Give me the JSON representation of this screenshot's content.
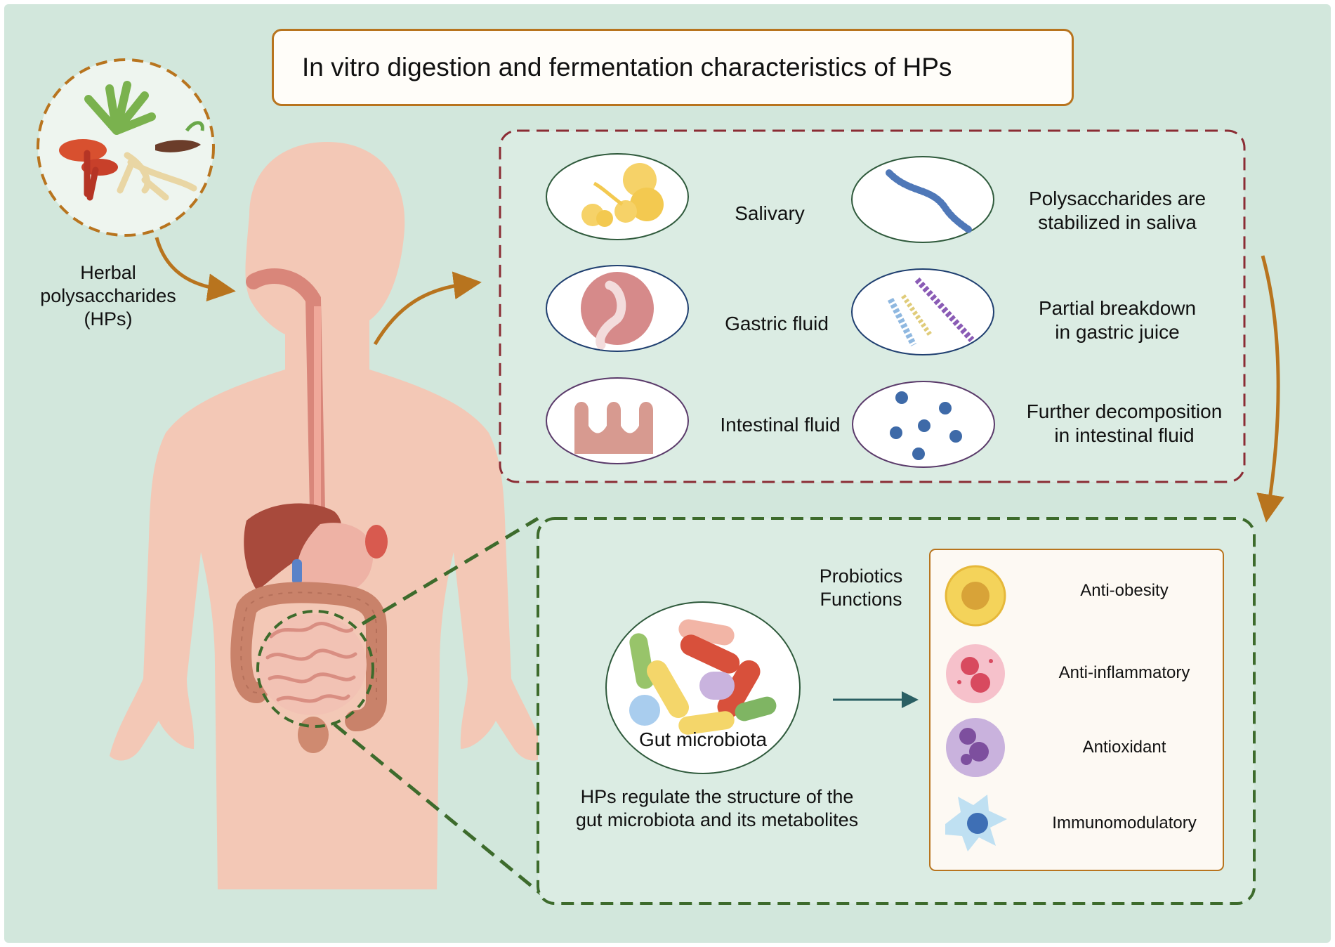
{
  "title": "In vitro digestion and fermentation characteristics of HPs",
  "source": {
    "label_line1": "Herbal",
    "label_line2": "polysaccharides",
    "label_line3": "(HPs)"
  },
  "digestion": {
    "salivary": "Salivary",
    "salivary_desc_line1": "Polysaccharides are",
    "salivary_desc_line2": "stabilized in saliva",
    "gastric": "Gastric fluid",
    "gastric_desc_line1": "Partial breakdown",
    "gastric_desc_line2": "in gastric juice",
    "intestinal": "Intestinal fluid",
    "intestinal_desc_line1": "Further decomposition",
    "intestinal_desc_line2": "in intestinal fluid"
  },
  "fermentation": {
    "probiotics_line1": "Probiotics",
    "probiotics_line2": "Functions",
    "microbiota_label": "Gut microbiota",
    "regulate_line1": "HPs regulate the structure of the",
    "regulate_line2": "gut microbiota and its metabolites",
    "functions": [
      "Anti-obesity",
      "Anti-inflammatory",
      "Antioxidant",
      "Immunomodulatory"
    ]
  },
  "colors": {
    "background": "#d2e7dc",
    "accent_orange": "#b8741e",
    "digestion_border": "#8b2c34",
    "fermentation_border": "#3d6b2c",
    "body": "#f3c8b6"
  }
}
